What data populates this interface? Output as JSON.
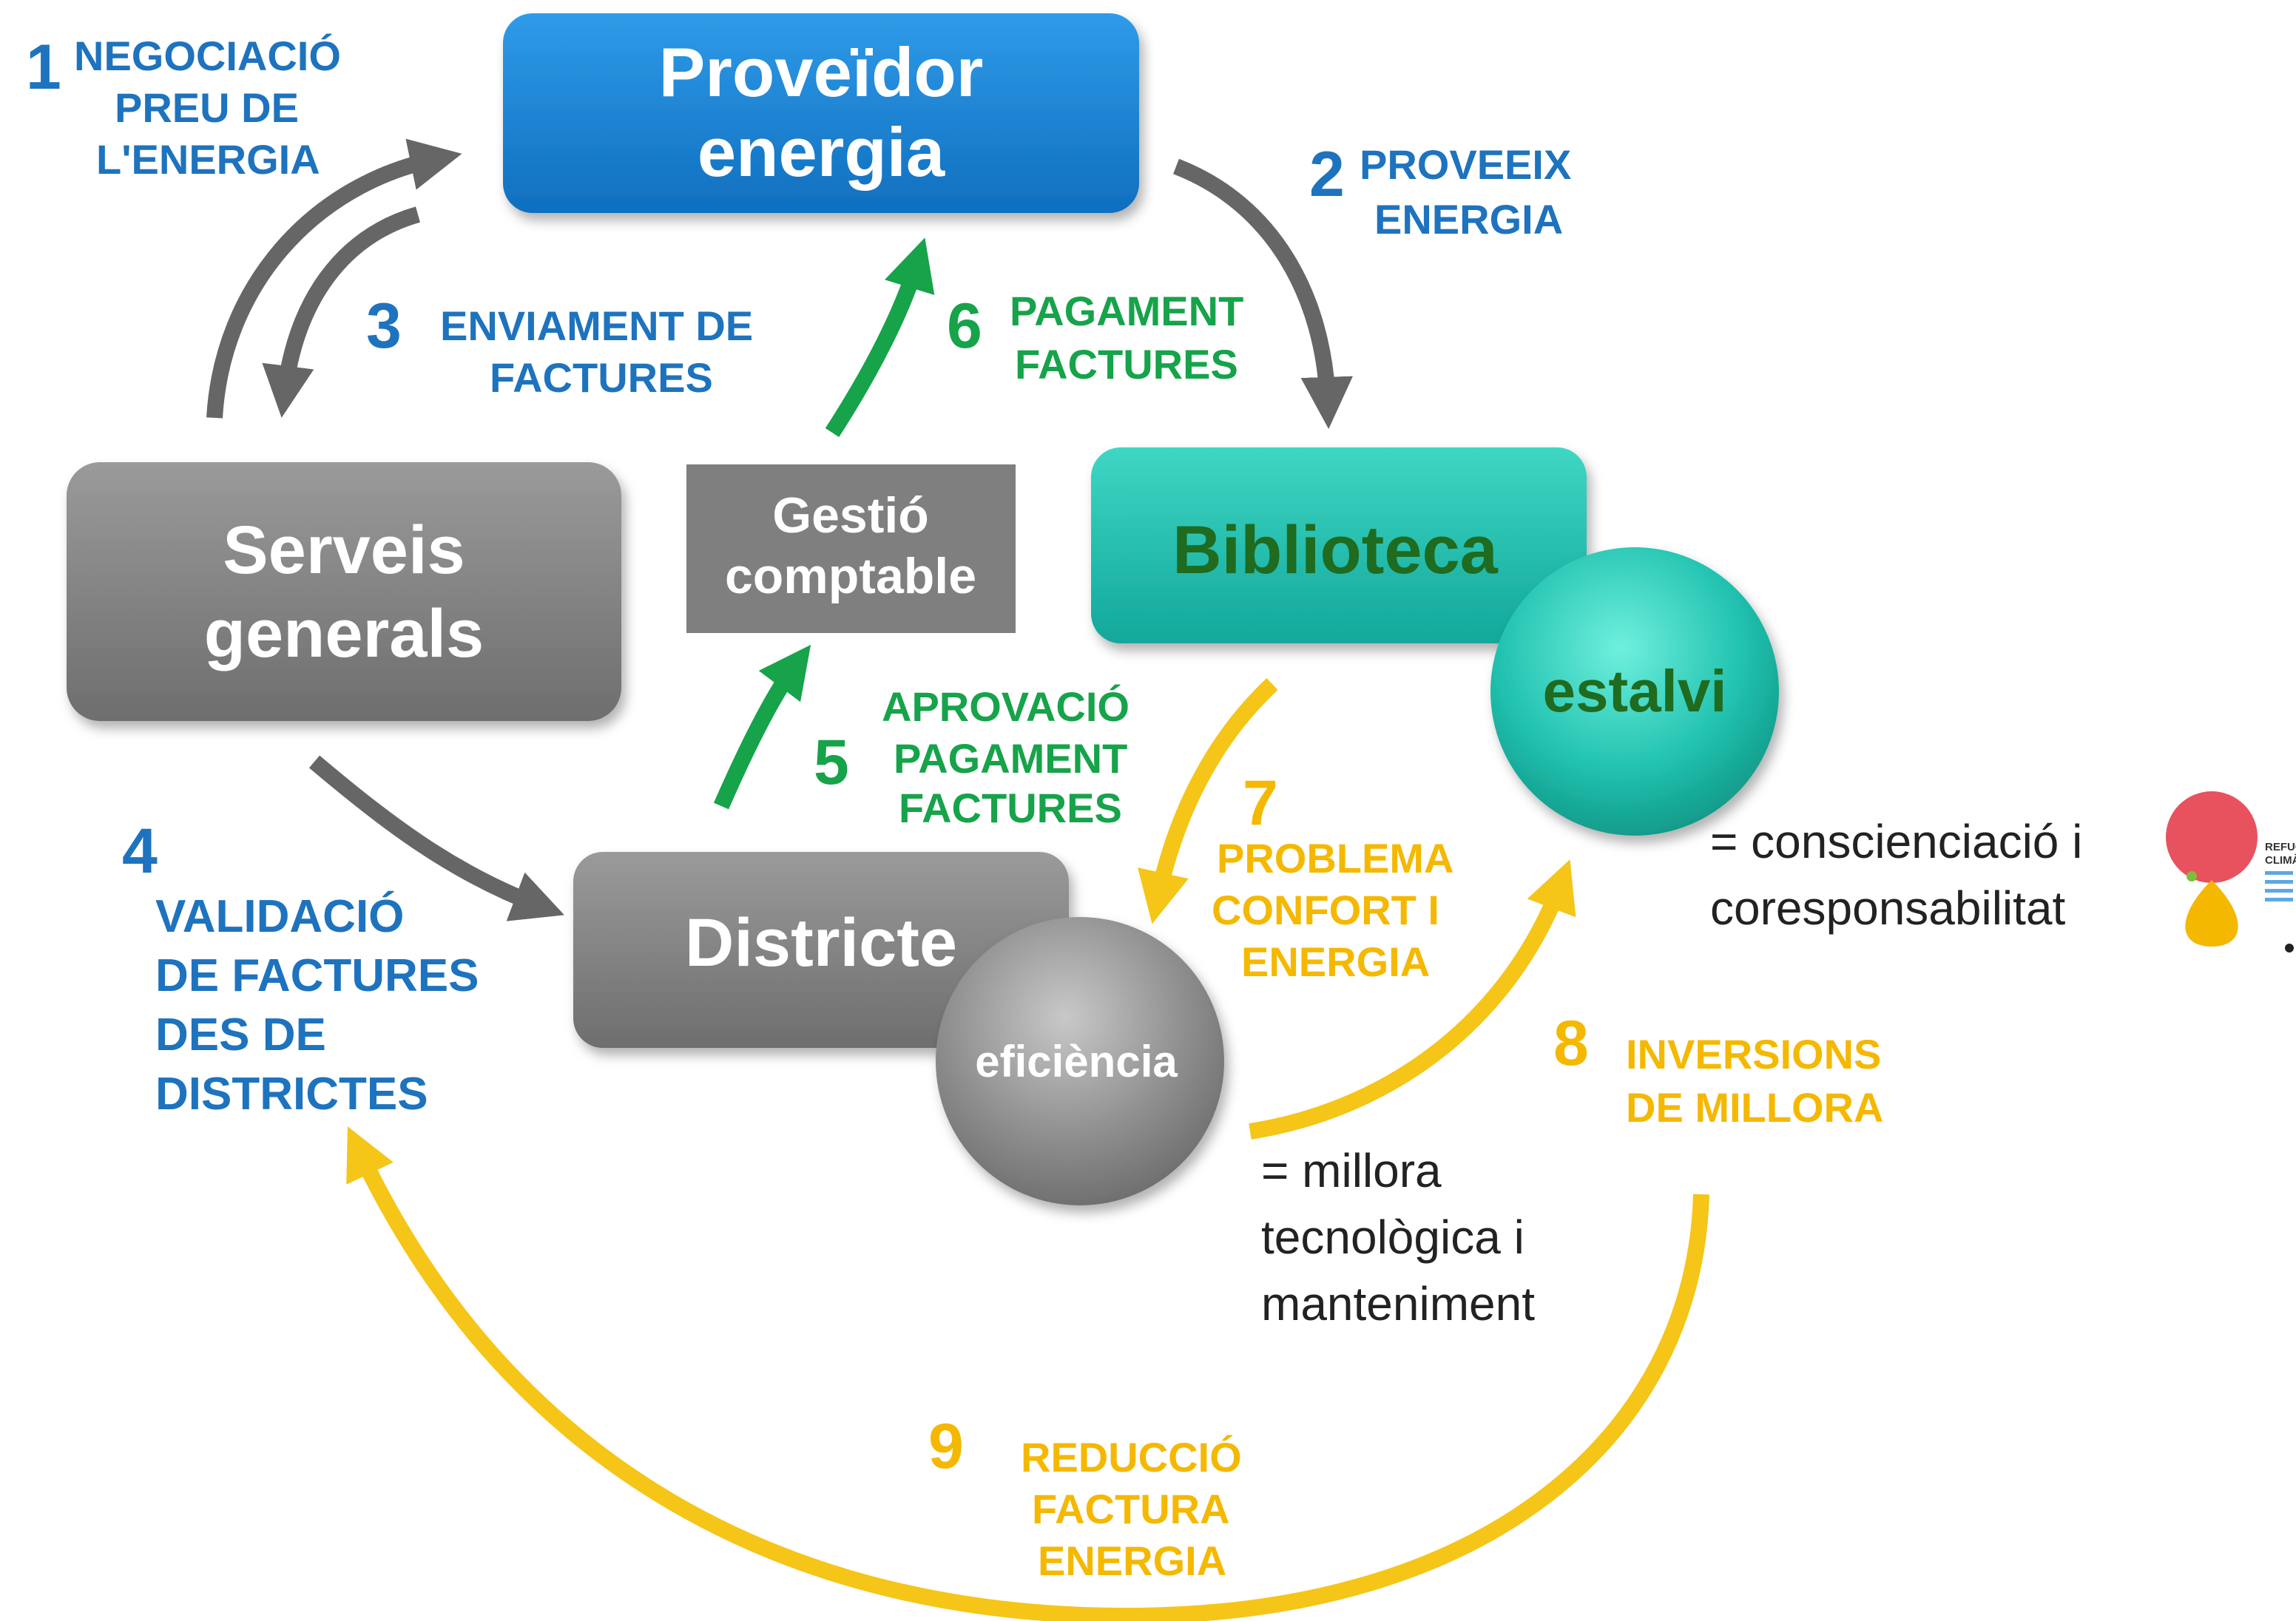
{
  "colors": {
    "provider": "#1a86d6",
    "general_services": "#808080",
    "accounting": "#7f7f7f",
    "library": "#1fbfae",
    "district": "#7a7a7a",
    "blue_text": "#1e73be",
    "green_arrow": "#16a34a",
    "yellow_arrow": "#f5c518",
    "grey_arrow": "#666666"
  },
  "boxes": {
    "provider": {
      "line1": "Proveïdor",
      "line2": "energia"
    },
    "general_services": {
      "line1": "Serveis",
      "line2": "generals"
    },
    "accounting": {
      "line1": "Gestió",
      "line2": "comptable"
    },
    "library": {
      "label": "Biblioteca"
    },
    "district": {
      "label": "Districte"
    }
  },
  "circles": {
    "savings": "estalvi",
    "efficiency": "eficiència"
  },
  "steps": {
    "s1": {
      "num": "1",
      "lines": [
        "NEGOCIACIÓ",
        "PREU DE",
        "L'ENERGIA"
      ]
    },
    "s2": {
      "num": "2",
      "lines": [
        "PROVEEIX",
        "ENERGIA"
      ]
    },
    "s3": {
      "num": "3",
      "lines": [
        "ENVIAMENT DE",
        "FACTURES"
      ]
    },
    "s4": {
      "num": "4",
      "lines": [
        "VALIDACIÓ",
        "DE FACTURES",
        "DES DE",
        "DISTRICTES"
      ]
    },
    "s5": {
      "num": "5",
      "lines": [
        "APROVACIÓ",
        "PAGAMENT",
        "FACTURES"
      ]
    },
    "s6": {
      "num": "6",
      "lines": [
        "PAGAMENT",
        "FACTURES"
      ]
    },
    "s7": {
      "num": "7",
      "lines": [
        "PROBLEMA",
        "CONFORT I",
        "ENERGIA"
      ]
    },
    "s8": {
      "num": "8",
      "lines": [
        "INVERSIONS",
        "DE MILLORA"
      ]
    },
    "s9": {
      "num": "9",
      "lines": [
        "REDUCCIÓ",
        "FACTURA",
        "ENERGIA"
      ]
    }
  },
  "notes": {
    "savings": [
      "= conscienciació i",
      "coresponsabilitat"
    ],
    "efficiency": [
      "= millora",
      "tecnològica i",
      "manteniment"
    ]
  },
  "logo": {
    "lines": [
      "REFUGI",
      "CLIMÀTI"
    ]
  }
}
